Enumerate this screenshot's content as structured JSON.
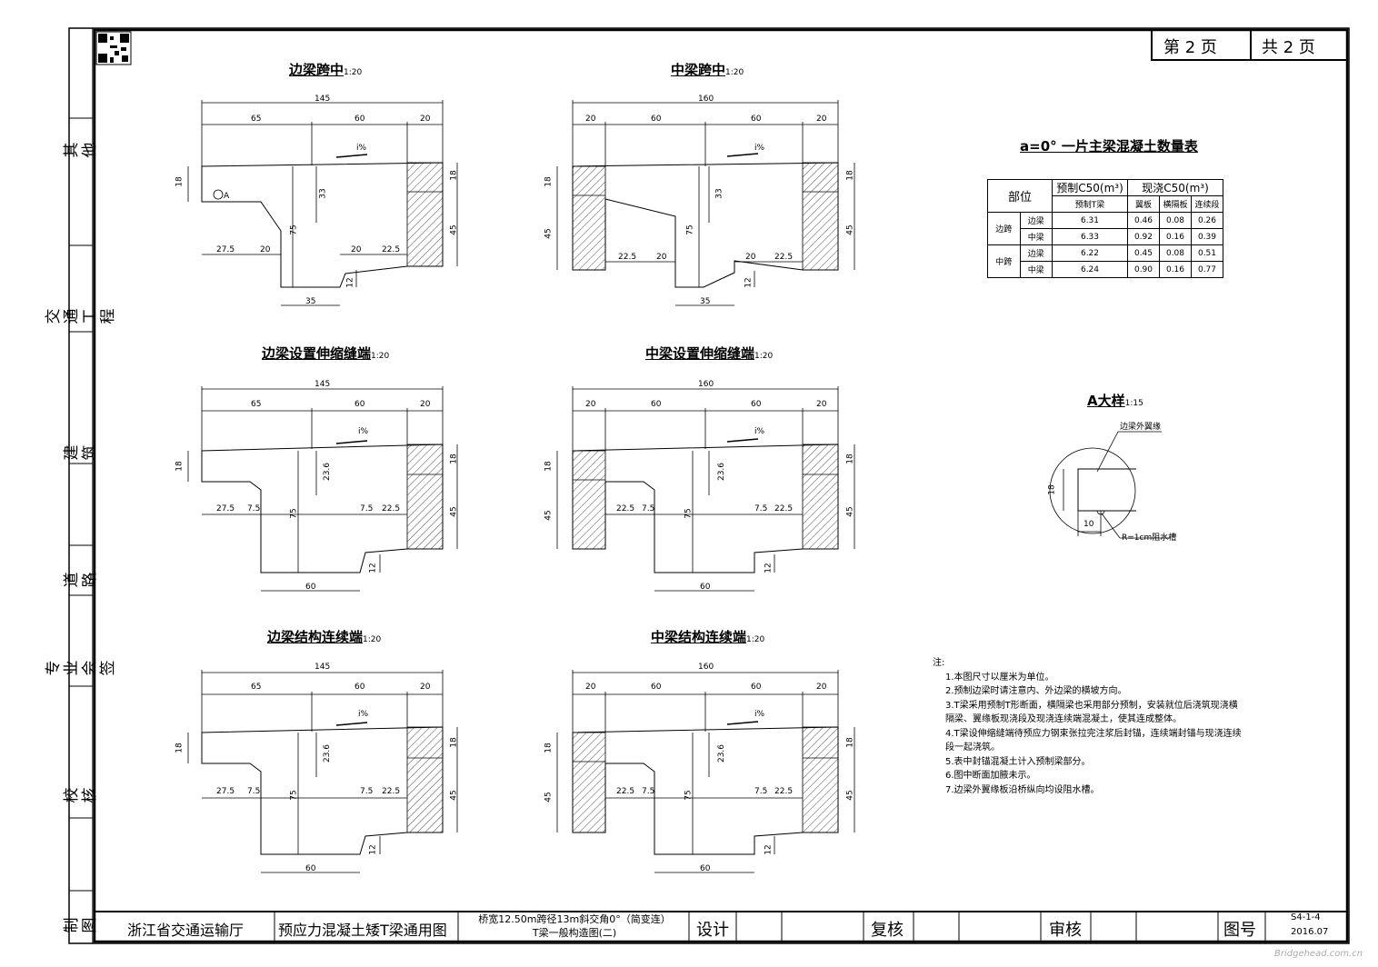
{
  "page_header": {
    "page_label": "第  2  页",
    "total_label": "共  2  页"
  },
  "side_labels": [
    "其他",
    "交通工程",
    "建筑",
    "道路",
    "专业会签",
    "校核",
    "制图"
  ],
  "sections": {
    "edge_mid": {
      "title": "边梁跨中",
      "scale": "1:20"
    },
    "mid_mid": {
      "title": "中梁跨中",
      "scale": "1:20"
    },
    "edge_exp": {
      "title": "边梁设置伸缩缝端",
      "scale": "1:20"
    },
    "mid_exp": {
      "title": "中梁设置伸缩缝端",
      "scale": "1:20"
    },
    "edge_cont": {
      "title": "边梁结构连续端",
      "scale": "1:20"
    },
    "mid_cont": {
      "title": "中梁结构连续端",
      "scale": "1:20"
    }
  },
  "slope_label": "i%",
  "detail_marker": "A",
  "dims": {
    "edge_top": [
      "145",
      "65",
      "60",
      "20"
    ],
    "mid_top": [
      "160",
      "20",
      "60",
      "60",
      "20"
    ],
    "n18": "18",
    "n33": "33",
    "n75": "75",
    "n45": "45",
    "n12": "12",
    "n35": "35",
    "n60": "60",
    "n20": "20",
    "n275": "27.5",
    "n225": "22.5",
    "n75s": "7.5",
    "n236": "23.6",
    "n10": "10"
  },
  "quantity_table": {
    "title": "a=0° 一片主梁混凝土数量表",
    "h_part": "部位",
    "h_pre": "预制C50(m³)",
    "h_cast": "现浇C50(m³)",
    "sub": [
      "预制T梁",
      "翼板",
      "横隔板",
      "连续段"
    ],
    "rows": [
      {
        "span": "边跨",
        "beam": "边梁",
        "v": [
          "6.31",
          "0.46",
          "0.08",
          "0.26"
        ]
      },
      {
        "span": "",
        "beam": "中梁",
        "v": [
          "6.33",
          "0.92",
          "0.16",
          "0.39"
        ]
      },
      {
        "span": "中跨",
        "beam": "边梁",
        "v": [
          "6.22",
          "0.45",
          "0.08",
          "0.51"
        ]
      },
      {
        "span": "",
        "beam": "中梁",
        "v": [
          "6.24",
          "0.90",
          "0.16",
          "0.77"
        ]
      }
    ]
  },
  "detail": {
    "title": "A大样",
    "scale": "1:15",
    "wing_label": "边梁外翼缘",
    "groove_label": "R=1cm阻水槽"
  },
  "notes": {
    "head": "注:",
    "items": [
      "1.本图尺寸以厘米为单位。",
      "2.预制边梁时请注意内、外边梁的横坡方向。",
      "3.T梁采用预制T形断面，横隔梁也采用部分预制，安装就位后浇筑现浇横",
      "   隔梁、翼缘板现浇段及现浇连续端混凝土，使其连成整体。",
      "4.T梁设伸缩缝端待预应力钢束张拉完注浆后封锚，连续端封锚与现浇连续",
      "   段一起浇筑。",
      "5.表中封锚混凝土计入预制梁部分。",
      "6.图中断面加腋未示。",
      "7.边梁外翼缘板沿桥纵向均设阻水槽。"
    ]
  },
  "title_block": {
    "org": "浙江省交通运输厅",
    "project": "预应力混凝土矮T梁通用图",
    "drawing_line1": "桥宽12.50m跨径13m斜交角0°（简变连）",
    "drawing_line2": "T梁一般构造图(二)",
    "design": "设计",
    "review": "复核",
    "approve": "审核",
    "fig_no_label": "图号",
    "fig_no": "S4-1-4",
    "date": "2016.07"
  },
  "watermark": "Bridgehead.com.cn"
}
